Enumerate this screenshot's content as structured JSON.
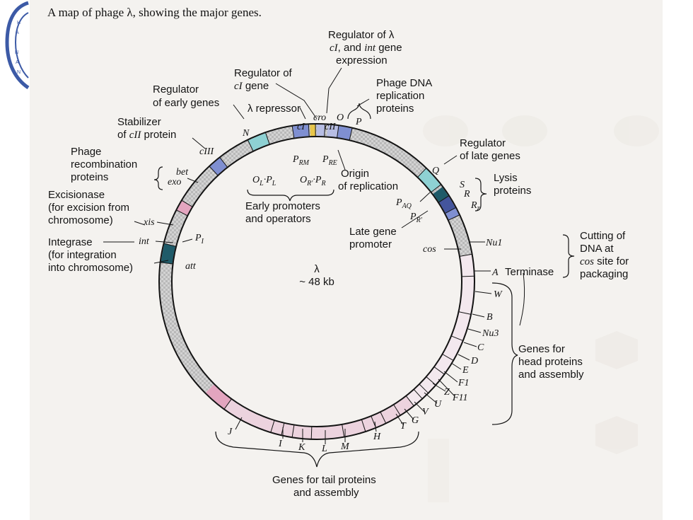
{
  "colors": {
    "page_bg": "#f4f2ef",
    "ring_fill": "#cfcfcf",
    "pink": "#e3a5bf",
    "light_pink": "#ecd3de",
    "lavender": "#b7bde3",
    "blue": "#7f8fd1",
    "teal": "#8ed1d3",
    "dark_teal": "#1f5b69",
    "dark_blue": "#44559d",
    "yellow": "#e8c64a",
    "pale_pink": "#f3e8ee",
    "line": "#141414"
  },
  "title": {
    "prefix": "A map of phage ",
    "lambda": "λ",
    "suffix": ", showing the major genes."
  },
  "center": {
    "lambda": "λ",
    "size": "~ 48 kb"
  },
  "genes": {
    "N": "N",
    "cIII": "cIII",
    "cI": "cI",
    "cro": "cro",
    "cII": "cII",
    "O": "O",
    "P": "P",
    "Q": "Q",
    "S": "S",
    "R": "R",
    "Rz": "R",
    "Rz_sub": "z",
    "Nu1": "Nu1",
    "A": "A",
    "W": "W",
    "B": "B",
    "Nu3": "Nu3",
    "C": "C",
    "D": "D",
    "E": "E",
    "F1": "F1",
    "Z": "Z",
    "F11": "F11",
    "U": "U",
    "V": "V",
    "G": "G",
    "T": "T",
    "H": "H",
    "M": "M",
    "L": "L",
    "K": "K",
    "I": "I",
    "J": "J",
    "att": "att",
    "int": "int",
    "xis": "xis",
    "exo": "exo",
    "bet": "bet",
    "cos": "cos"
  },
  "promoters": {
    "PRM": "P",
    "PRM_sub": "RM",
    "PRE": "P",
    "PRE_sub": "RE",
    "PAQ": "P",
    "PAQ_sub": "AQ",
    "PR2": "P",
    "PR2_sub": "R'",
    "PI": "P",
    "PI_sub": "I"
  },
  "operators": {
    "OL": "O",
    "OL_sub": "L",
    "PL": "P",
    "PL_sub": "L",
    "OR": "O",
    "OR_sub": "R'",
    "PR": "P",
    "PR_sub": "R",
    "dot": "·"
  },
  "labels": {
    "regulator_lambda_1": "Regulator of λ",
    "regulator_lambda_2a": "cI",
    "regulator_lambda_2b": ", and ",
    "regulator_lambda_2c": "int",
    "regulator_lambda_2d": " gene",
    "regulator_lambda_3": "expression",
    "regulator_ci_1": "Regulator of",
    "regulator_ci_2a": "cI",
    "regulator_ci_2b": " gene",
    "regulator_early_1": "Regulator",
    "regulator_early_2": "of early genes",
    "repressor": "λ repressor",
    "stabilizer_1": "Stabilizer",
    "stabilizer_2a": "of ",
    "stabilizer_2b": "cII",
    "stabilizer_2c": " protein",
    "recomb_1": "Phage",
    "recomb_2": "recombination",
    "recomb_3": "proteins",
    "excision_1": "Excisionase",
    "excision_2": "(for excision from",
    "excision_3": "chromosome)",
    "integrase_1": "Integrase",
    "integrase_2": "(for integration",
    "integrase_3": "into chromosome)",
    "phage_dna_1": "Phage DNA",
    "phage_dna_2": "replication",
    "phage_dna_3": "proteins",
    "origin_1": "Origin",
    "origin_2": "of replication",
    "early_prom_1": "Early promoters",
    "early_prom_2": "and operators",
    "reg_late_1": "Regulator",
    "reg_late_2": "of late genes",
    "lysis_1": "Lysis",
    "lysis_2": "proteins",
    "late_prom_1": "Late gene",
    "late_prom_2": "promoter",
    "cutting_1": "Cutting of",
    "cutting_2": "DNA at",
    "cutting_3a": "cos",
    "cutting_3b": " site for",
    "cutting_4": "packaging",
    "terminase": "Terminase",
    "head_1": "Genes for",
    "head_2": "head proteins",
    "head_3": "and assembly",
    "tail_1": "Genes for tail proteins",
    "tail_2": "and assembly"
  }
}
